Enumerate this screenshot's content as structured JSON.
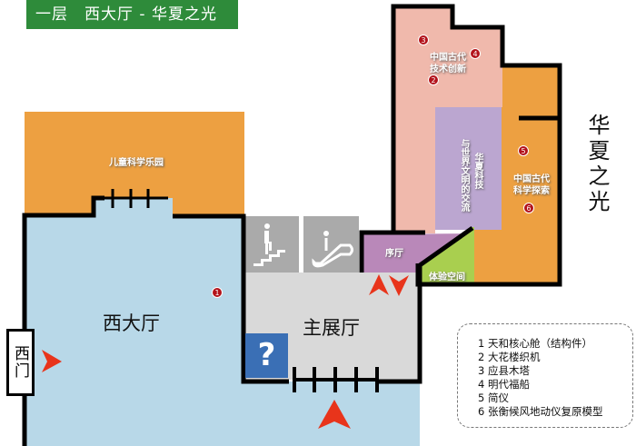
{
  "header": {
    "title": "一层　西大厅 - 华夏之光"
  },
  "zones": {
    "kids": "儿童科学乐园",
    "west_hall": "西大厅",
    "main_hall": "主展厅",
    "ancient_innovation": "中国古代技术创新",
    "ancient_innovation_l1": "中国古代",
    "ancient_innovation_l2": "技术创新",
    "exchange_a": "华夏科技",
    "exchange_b": "与世界文明的交流",
    "exploration_l1": "中国古代",
    "exploration_l2": "科学探索",
    "prelude": "序厅",
    "experience": "体验空间",
    "section_title": "华夏之光",
    "west_gate": "西门",
    "help_symbol": "?"
  },
  "markers": [
    "1",
    "2",
    "3",
    "4",
    "5",
    "6"
  ],
  "legend": [
    "1  天和核心舱（结构件）",
    "2  大花楼织机",
    "3  应县木塔",
    "4  明代福船",
    "5  简仪",
    "6  张衡候风地动仪复原模型"
  ],
  "colors": {
    "title": "#2e8b3a",
    "kids": "#eda041",
    "west": "#b8d8e8",
    "main": "#d9d9d9",
    "pink": "#f0b9ac",
    "purple": "#bba6d0",
    "prelude": "#b988b9",
    "green": "#a9cf4f",
    "arrow": "#e8341b",
    "marker": "#b3131b"
  }
}
